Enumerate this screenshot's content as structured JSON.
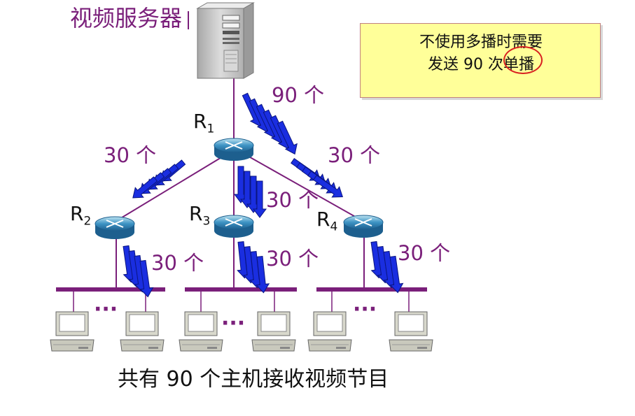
{
  "server_label": "视频服务器",
  "note": {
    "line1": "不使用多播时需要",
    "line2": "发送 90 次单播"
  },
  "routers": [
    {
      "letter": "R",
      "sub": "1"
    },
    {
      "letter": "R",
      "sub": "2"
    },
    {
      "letter": "R",
      "sub": "3"
    },
    {
      "letter": "R",
      "sub": "4"
    }
  ],
  "flow_labels": {
    "server_to_r1": "90 个",
    "r1_to_r2": "30 个",
    "r1_to_r3": "30 个",
    "r1_to_r4": "30 个",
    "r2_to_lan": "30 个",
    "r3_to_lan": "30 个",
    "r4_to_lan": "30 个"
  },
  "ellipsis": "···",
  "caption": "共有 90 个主机接收视频节目",
  "colors": {
    "link": "#7a1f7a",
    "arrow": "#1a2ee0",
    "note_bg": "#ffff99",
    "highlight": "#d82020"
  }
}
